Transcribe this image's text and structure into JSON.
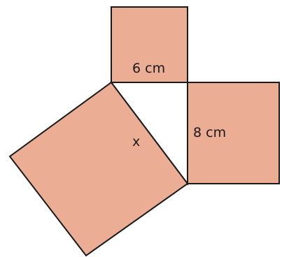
{
  "figure": {
    "fill_color": "#EBAE95",
    "stroke_color": "#1a1a1a",
    "background_color": "#ffffff"
  },
  "labels": {
    "top_square": "6 cm",
    "right_square": "8 cm",
    "hypotenuse": "x"
  }
}
